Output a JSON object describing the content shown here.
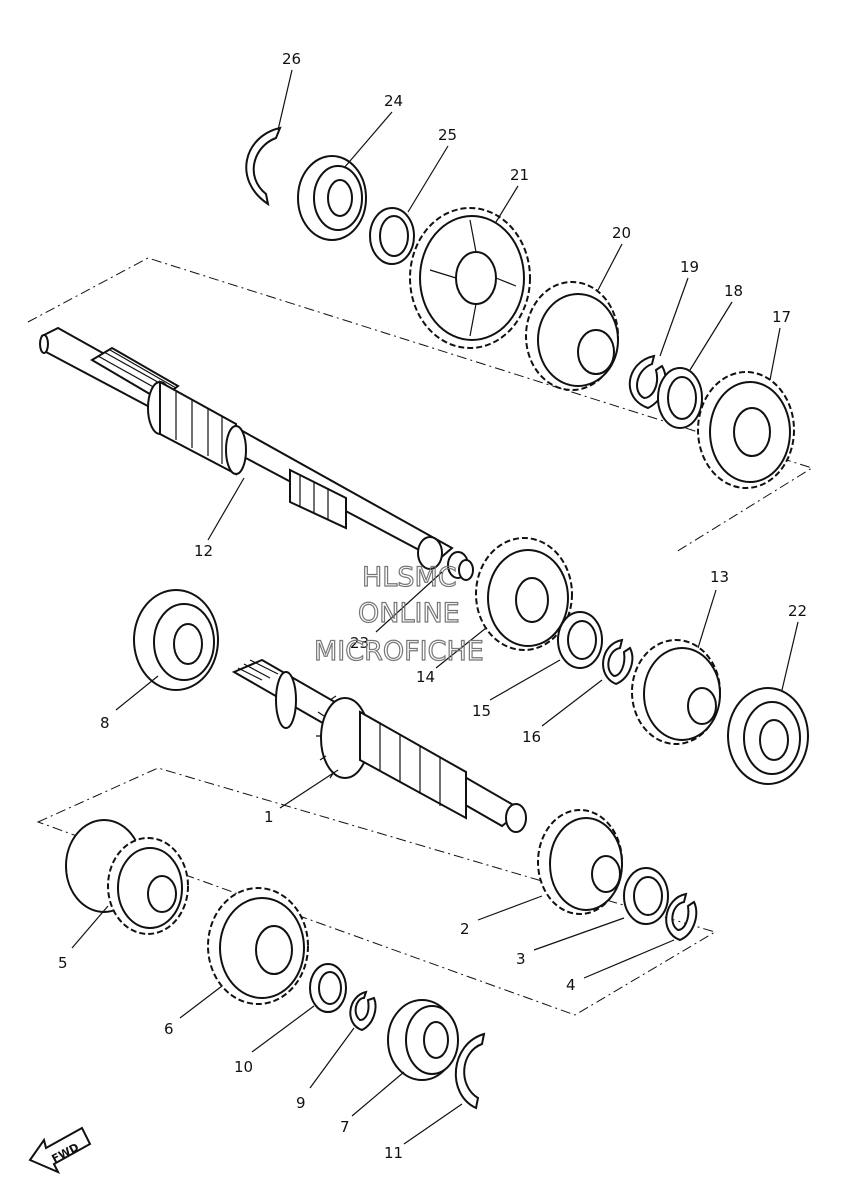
{
  "labels": {
    "p1": "1",
    "p2": "2",
    "p3": "3",
    "p4": "4",
    "p5": "5",
    "p6": "6",
    "p7": "7",
    "p8": "8",
    "p9": "9",
    "p10": "10",
    "p11": "11",
    "p12": "12",
    "p13": "13",
    "p14": "14",
    "p15": "15",
    "p16": "16",
    "p17": "17",
    "p18": "18",
    "p19": "19",
    "p20": "20",
    "p21": "21",
    "p22": "22",
    "p23": "23",
    "p24": "24",
    "p25": "25",
    "p26": "26"
  },
  "watermark": {
    "line1": "HLSMC",
    "line2": "ONLINE",
    "line3": "MICROFICHE"
  },
  "direction_indicator": {
    "text": "FWD",
    "icon": "fwd-arrow-icon"
  }
}
